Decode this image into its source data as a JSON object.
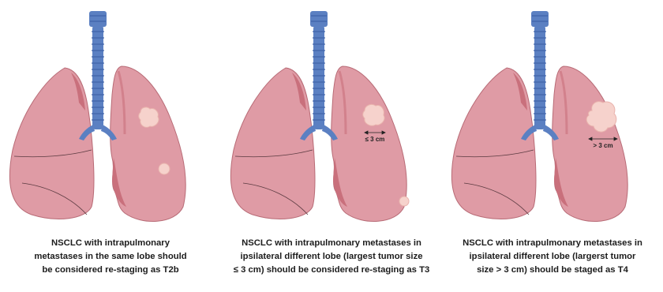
{
  "panels": [
    {
      "id": "t2b",
      "caption_lines": [
        "NSCLC with intrapulmonary",
        "metastases in the same lobe should",
        "be considered re-staging as T2b"
      ],
      "size_label": ""
    },
    {
      "id": "t3",
      "caption_lines": [
        "NSCLC with intrapulmonary metastases in",
        "ipsilateral different lobe (largest tumor size",
        "≤ 3 cm) should be considered re-staging as T3"
      ],
      "size_label": "≤ 3 cm"
    },
    {
      "id": "t4",
      "caption_lines": [
        "NSCLC with intrapulmonary metastases in",
        "ipsilateral different lobe (largerst tumor",
        "size > 3 cm)  should be staged as T4"
      ],
      "size_label": "> 3 cm"
    }
  ],
  "colors": {
    "lung": "#df9ba5",
    "lung_dark": "#c9707c",
    "lung_outline": "#b86b76",
    "trachea": "#5b80c2",
    "trachea_dark": "#3f62a8",
    "nodule": "#f6d2cc",
    "nodule_edge": "#e9b3ad",
    "caption_text": "#1c1c1c"
  }
}
